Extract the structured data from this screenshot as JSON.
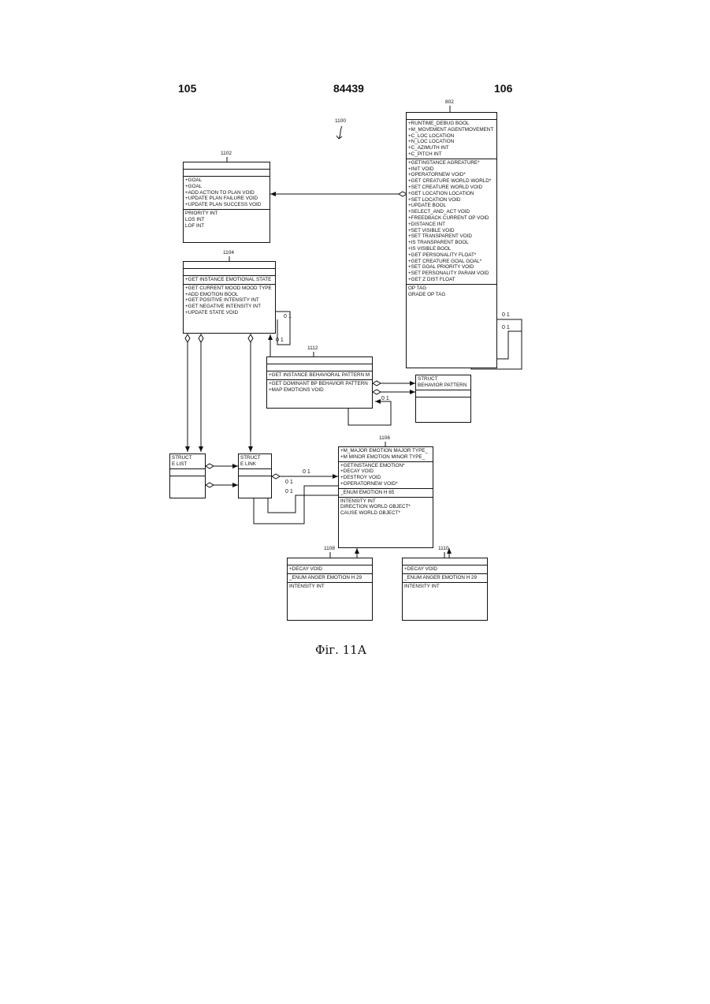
{
  "header": {
    "left": "105",
    "center": "84439",
    "right": "106"
  },
  "figure_ref": "1100",
  "caption": "Фіг. 11А",
  "boxes": {
    "b802": {
      "ref": "802",
      "sections": [
        [],
        [
          "+RUNTIME_DEBUG BOOL",
          "+M_MOVEMENT AGENTMOVEMENT",
          "+C_LOC LOCATION",
          "+N_LOC LOCATION",
          "+C_AZIMUTH INT",
          "+C_PITCH INT"
        ],
        [
          "+GETINSTANCE AGREATURE*",
          "+INIT VOID",
          "+OPERATORNEW VOID*",
          "+GET CREATURE WORLD WORLD*",
          "+SET CREATURE WORLD VOID",
          "+GET LOCATION LOCATION",
          "+SET LOCATION VOID",
          "+UPDATE BOOL",
          "+SELECT_AND_ACT VOID",
          "+FREEDBACK CURRENT OP VOID",
          "+DISTANCE INT",
          "+SET VISIBLE VOID",
          "+SET TRANSPARENT VOID",
          "+IS TRANSPARENT BOOL",
          "+IS VISIBLE BOOL",
          "+GET PERSONALITY FLOAT*",
          "+GET CREATURE GOAL GOAL*",
          "+SET GOAL PRIORITY VOID",
          "+SET PERSONALITY PARAM VOID",
          "+GET Z DIST FLOAT"
        ],
        [
          "OP TAG",
          "GRADE OP TAG"
        ]
      ]
    },
    "b1102": {
      "ref": "1102",
      "sections": [
        [],
        [],
        [
          "+GOAL",
          "+GOAL",
          "+ADD ACTION TO PLAN VOID",
          "+UPDATE PLAN FAILURE VOID",
          "+UPDATE PLAN SUCCESS VOID"
        ],
        [
          "PRIORITY INT",
          "LOS INT",
          "LOF INT"
        ]
      ]
    },
    "b1104": {
      "ref": "1104",
      "sections": [
        [],
        [],
        [
          "+GET INSTANCE EMOTIONAL STATE"
        ],
        [
          "+GET CURRENT MOOD MOOD TYPE",
          "+ADD EMOTION BOOL",
          "+GET POSITIVE INTENSITY INT",
          "+GET NEGATIVE INTENSITY INT",
          "+UPDATE STATE VOID"
        ]
      ]
    },
    "b1112": {
      "ref": "1112",
      "sections": [
        [],
        [],
        [
          "+GET INSTANCE BEHAVIORAL PATTERN M"
        ],
        [
          "+GET DOMINANT BP BEHAVIOR PATTERN",
          "+MAP EMOTIONS VOID"
        ]
      ]
    },
    "bstruct_bp": {
      "sections": [
        [
          "STRUCT",
          "BEHAVIOR PATTERN"
        ],
        [],
        []
      ]
    },
    "bstruct_list": {
      "sections": [
        [
          "STRUCT",
          "E LIST"
        ],
        [],
        []
      ]
    },
    "bstruct_link": {
      "sections": [
        [
          "STRUCT",
          "E LINK"
        ],
        [],
        []
      ]
    },
    "b1106": {
      "ref": "1106",
      "sections": [
        [
          "+M_MAJOR EMOTION MAJOR TYPE_",
          "+M MINOR EMOTION MINOR TYPE_"
        ],
        [
          "+GETINSTANCE EMOTION*",
          "+DECAY VOID",
          "+DESTROY VOID",
          "+OPERATORNEW VOID*"
        ],
        [
          "_ENUM EMOTION H 65"
        ],
        [
          "INTENSITY INT",
          "DIRECTION WORLD OBJECT*",
          "CAUSE WORLD OBJECT*"
        ]
      ]
    },
    "b1108": {
      "ref": "1108",
      "sections": [
        [],
        [
          "+DECAY VOID"
        ],
        [
          "_ENUM ANGER EMOTION H 29"
        ],
        [
          "INTENSITY INT"
        ]
      ]
    },
    "b1110": {
      "ref": "1110",
      "sections": [
        [],
        [
          "+DECAY VOID"
        ],
        [
          "_ENUM ANGER EMOTION H 29"
        ],
        [
          "INTENSITY INT"
        ]
      ]
    }
  },
  "multiplicities": {
    "m802a": "0 1",
    "m802b": "0 1",
    "m1104a": "0 1",
    "m1104b": "0 1",
    "m1112": "0 1",
    "mlink_main": "0 1",
    "mlink_a": "0 1",
    "mlink_b": "0 1"
  }
}
